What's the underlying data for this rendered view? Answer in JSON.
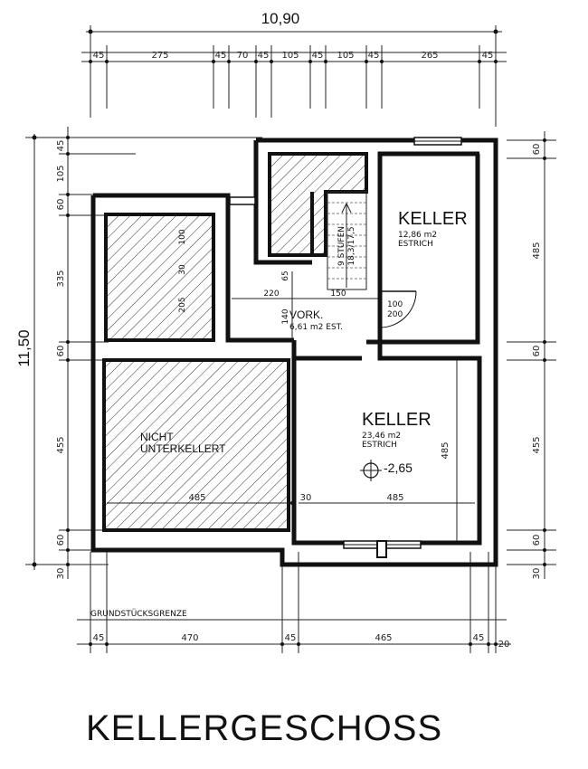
{
  "title": "KELLERGESCHOSS",
  "overall_width": "10,90",
  "overall_height": "11,50",
  "property_line": "GRUNDSTÜCKSGRENZE",
  "top_dims": [
    "45",
    "275",
    "45",
    "70",
    "45",
    "105",
    "45",
    "105",
    "45",
    "265",
    "45"
  ],
  "bottom_dims": [
    "45",
    "470",
    "45",
    "465",
    "45",
    "20"
  ],
  "left_dims": [
    "45",
    "105",
    "60",
    "335",
    "60",
    "455",
    "60",
    "30"
  ],
  "right_dims": [
    "60",
    "485",
    "60",
    "455",
    "60",
    "30"
  ],
  "rooms": {
    "keller_top": {
      "name": "KELLER",
      "area": "12,86 m2",
      "floor": "ESTRICH"
    },
    "keller_bottom": {
      "name": "KELLER",
      "area": "23,46 m2",
      "floor": "ESTRICH"
    },
    "vork": {
      "name": "VORK.",
      "area": "6,61 m2 EST."
    },
    "nicht": {
      "line1": "NICHT",
      "line2": "UNTERKELLERT"
    }
  },
  "stairs": {
    "line1": "9 STUFEN",
    "line2": "18,3/17,5"
  },
  "inner_dims": {
    "d100": "100",
    "d30": "30",
    "d205": "205",
    "d65": "65",
    "d220": "220",
    "d150": "150",
    "d140": "140",
    "door1": "100",
    "door2": "200",
    "d485_h_left": "485",
    "d30_mid": "30",
    "d485_h_right": "485",
    "d485_v": "485"
  },
  "level": "-2,65"
}
